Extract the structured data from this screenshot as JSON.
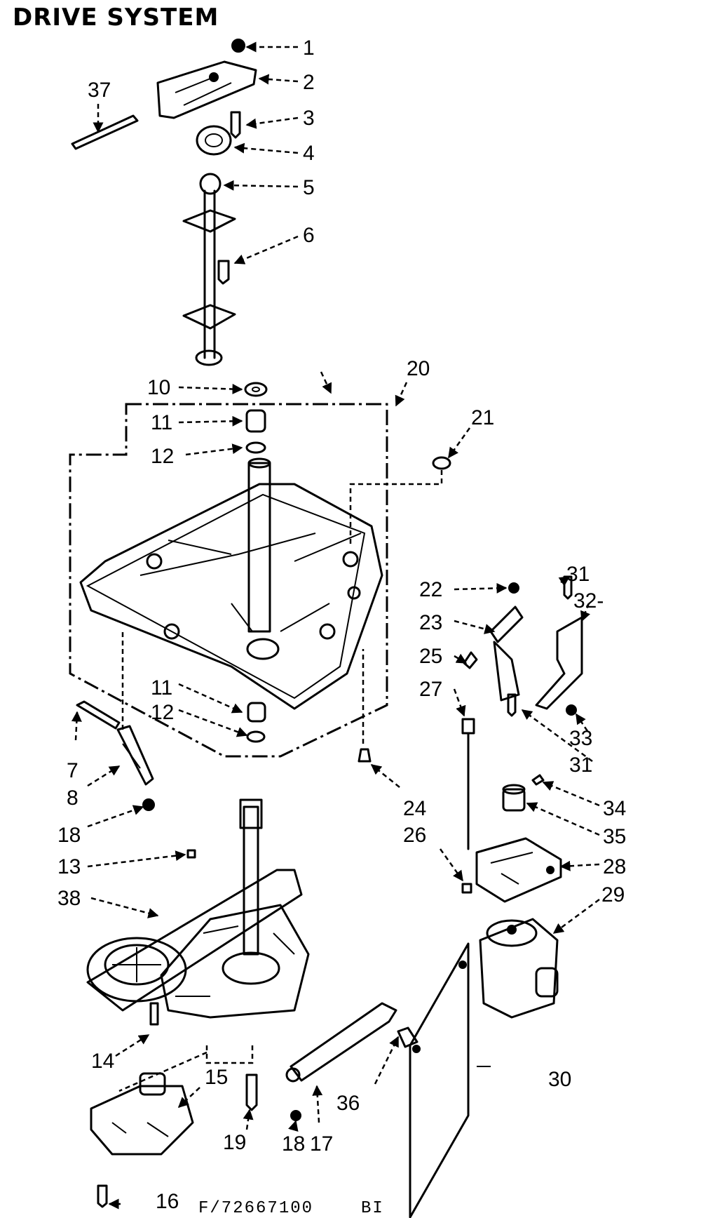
{
  "title": "DRIVE SYSTEM",
  "footer": {
    "part_code": "F/72667100",
    "suffix": "BI"
  },
  "callouts": {
    "c1": "1",
    "c2": "2",
    "c3": "3",
    "c4": "4",
    "c5": "5",
    "c6": "6",
    "c7": "7",
    "c8": "8",
    "c10": "10",
    "c11a": "11",
    "c11b": "11",
    "c12a": "12",
    "c12b": "12",
    "c13": "13",
    "c14": "14",
    "c15": "15",
    "c16": "16",
    "c17": "17",
    "c18a": "18",
    "c18b": "18",
    "c19": "19",
    "c20": "20",
    "c21": "21",
    "c22": "22",
    "c23": "23",
    "c24": "24",
    "c25": "25",
    "c26": "26",
    "c27": "27",
    "c28": "28",
    "c29": "29",
    "c30": "30",
    "c31a": "31",
    "c31b": "31",
    "c32": "32-",
    "c33": "33",
    "c34": "34",
    "c35": "35",
    "c36": "36",
    "c37": "37",
    "c38": "38"
  }
}
